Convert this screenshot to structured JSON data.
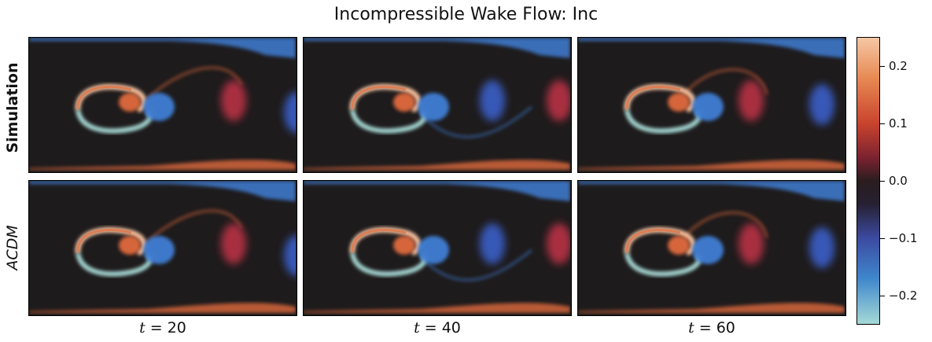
{
  "title": "Incompressible Wake Flow: Inc",
  "rows": [
    "Simulation",
    "ACDM"
  ],
  "columns": [
    "t = 20",
    "t = 40",
    "t = 60"
  ],
  "chart_data": {
    "type": "heatmap",
    "title": "Incompressible Wake Flow: Inc",
    "row_labels": [
      "Simulation",
      "ACDM"
    ],
    "column_labels": [
      "t = 20",
      "t = 40",
      "t = 60"
    ],
    "colorbar": {
      "ticks": [
        0.2,
        0.1,
        0.0,
        -0.1,
        -0.2
      ],
      "tick_labels": [
        "0.2",
        "0.1",
        "0.0",
        "−0.1",
        "−0.2"
      ],
      "range": [
        -0.25,
        0.25
      ],
      "colors": [
        "#a5d9d6",
        "#3f86cc",
        "#3c4aa0",
        "#262031",
        "#2a1d1f",
        "#7a2230",
        "#c9432e",
        "#e88a54",
        "#f5c7a5"
      ]
    },
    "colors": {
      "positive": "#e06a3c",
      "negative": "#3f7ed4",
      "positive_bright": "#f7c4a2",
      "negative_bright": "#a8dcd8",
      "background": "#1e1b1c",
      "vortex_pos": "#b83345",
      "vortex_neg": "#3b5ec8"
    }
  }
}
